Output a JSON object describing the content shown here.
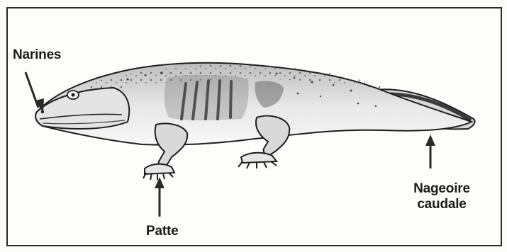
{
  "labels": {
    "nostrils": "Narines",
    "leg": "Patte",
    "tail_fin_line1": "Nageoire",
    "tail_fin_line2": "caudale"
  }
}
